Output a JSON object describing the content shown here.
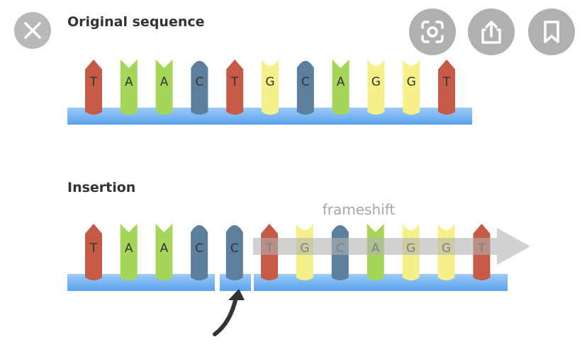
{
  "sections": {
    "original_title": "Original sequence",
    "insertion_title": "Insertion"
  },
  "original_sequence": [
    "T",
    "A",
    "A",
    "C",
    "T",
    "G",
    "C",
    "A",
    "G",
    "G",
    "T"
  ],
  "insertion_sequence": [
    "T",
    "A",
    "A",
    "C",
    "C",
    "T",
    "G",
    "C",
    "A",
    "G",
    "G",
    "T"
  ],
  "inserted_index": 4,
  "frameshift_label": "frameshift",
  "base_colors": {
    "T": "#c55a47",
    "A": "#a5d65a",
    "C": "#5b7f9d",
    "G": "#f5f08a"
  },
  "backbone_color": "#74b1f2",
  "toolbar": {
    "close_icon": "close-icon",
    "lens_icon": "visual-search-icon",
    "share_icon": "share-icon",
    "bookmark_icon": "bookmark-icon"
  }
}
